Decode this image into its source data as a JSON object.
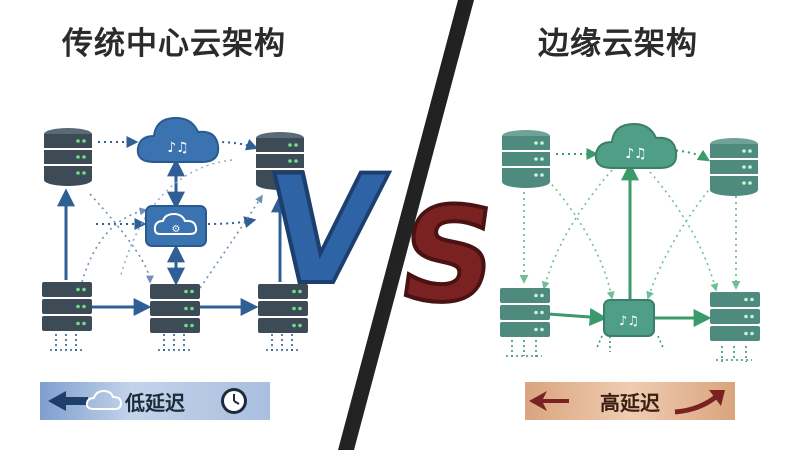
{
  "left": {
    "title": "传统中心云架构",
    "latency_label": "低延迟",
    "color": "#2f5f95",
    "node_color": "#4a5a66",
    "cloud_color": "#3b73b0"
  },
  "right": {
    "title": "边缘云架构",
    "latency_label": "高延迟",
    "color": "#3a9a6a",
    "node_color": "#4f8a7e",
    "cloud_color": "#4f9e86"
  },
  "vs": {
    "letter_v": "V",
    "letter_s": "S",
    "v_color": "#2e64a6",
    "s_color": "#7a2222"
  },
  "icons": {
    "cloud": "cloud-music-icon",
    "hub": "cloud-hub-icon",
    "server": "server-stack-icon",
    "clock": "clock-icon",
    "arrow_left": "arrow-left-icon",
    "arrow_right": "curved-arrow-right-icon"
  }
}
